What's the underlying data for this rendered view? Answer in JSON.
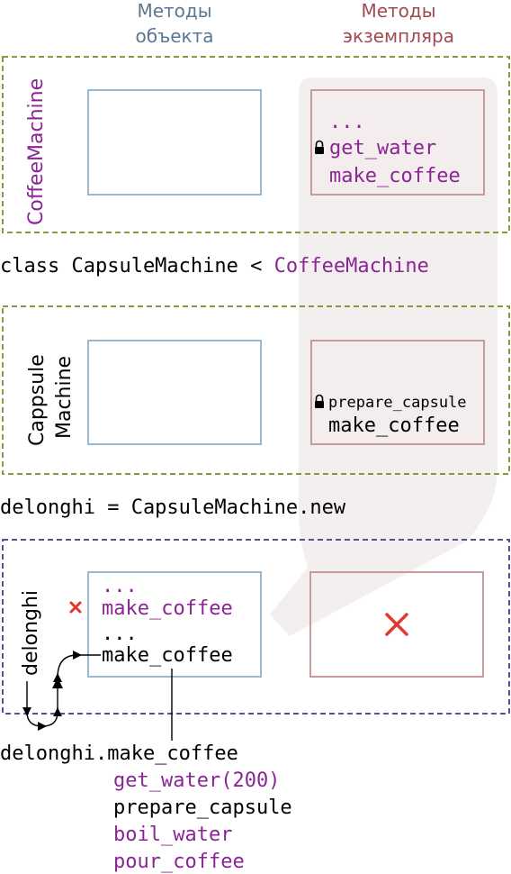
{
  "columns": {
    "object_methods": [
      "Методы",
      "объекта"
    ],
    "instance_methods": [
      "Методы",
      "экземпляра"
    ]
  },
  "coffee_machine": {
    "label": "CoffeeMachine",
    "instance_methods": [
      "...",
      "get_water",
      "make_coffee"
    ]
  },
  "class_decl": {
    "prefix": "class CapsuleMachine < ",
    "parent": "CoffeeMachine"
  },
  "capsule_machine": {
    "label": [
      "Cappsule",
      "Machine"
    ],
    "instance_methods": [
      "prepare_capsule",
      "make_coffee"
    ]
  },
  "instance_decl": "delonghi = CapsuleMachine.new",
  "delonghi": {
    "label": "delonghi",
    "singleton_methods": [
      "...",
      "make_coffee",
      "...",
      "make_coffee"
    ],
    "empty_mark": "✕"
  },
  "call": {
    "line": "delonghi.make_coffee",
    "body": [
      "get_water(200)",
      "prepare_capsule",
      "boil_water",
      "pour_coffee"
    ]
  },
  "colors": {
    "green": "#8a9a3a",
    "purple_frame": "#5b4e9a",
    "blue_box": "#9ab8d0",
    "pink_box": "#c89a9a",
    "purple_text": "#8b2595",
    "header_blue": "#5a7893",
    "header_red": "#a04a52",
    "red_x": "#e03a2e"
  }
}
